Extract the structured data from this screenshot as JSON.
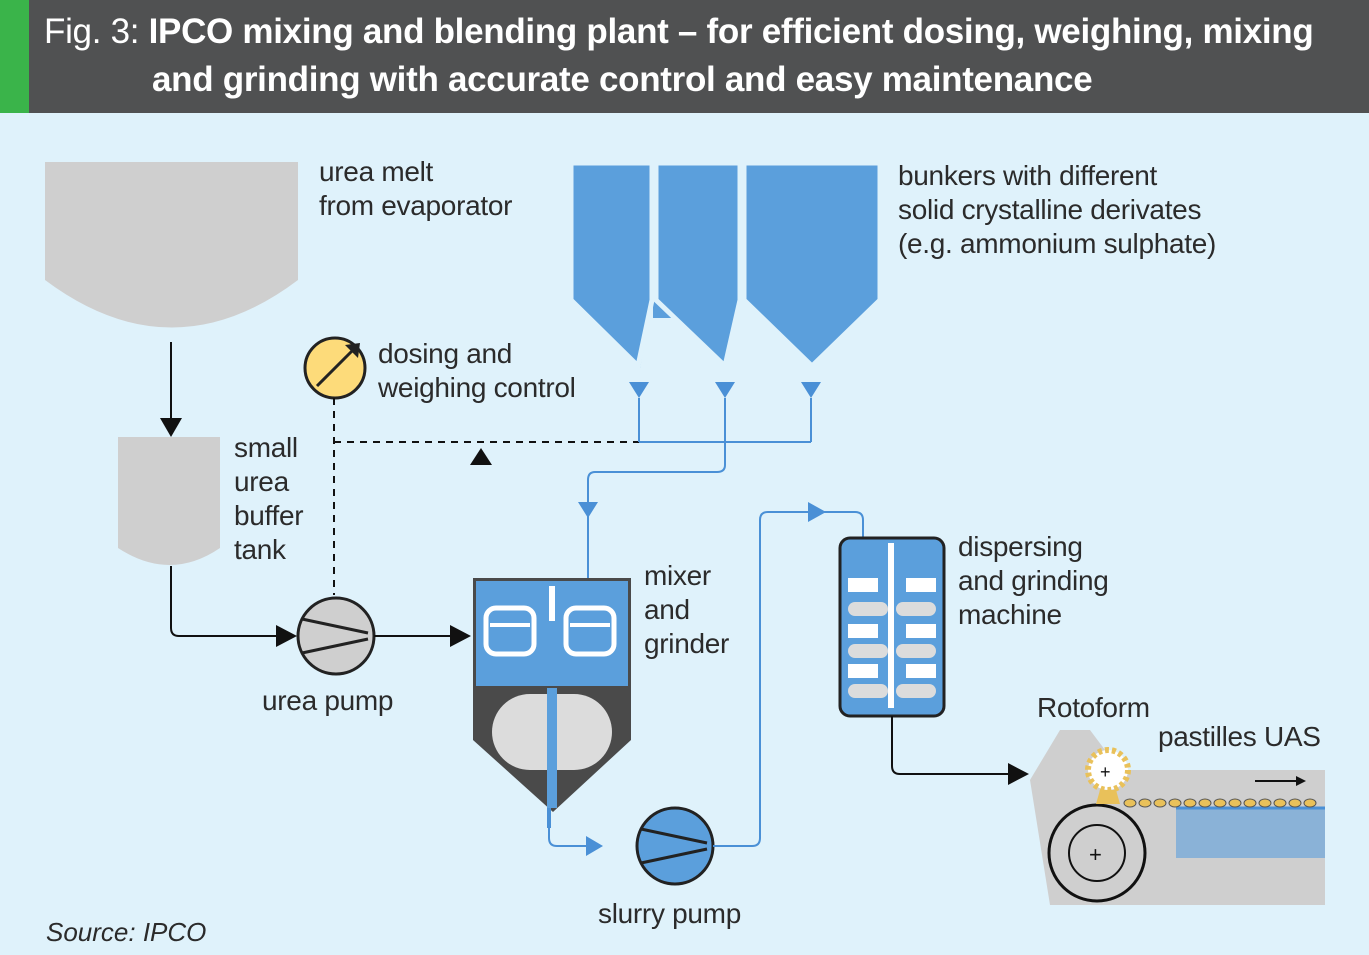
{
  "figure": {
    "number": "Fig. 3:",
    "title_line1": "IPCO mixing and blending plant – for efficient dosing, weighing, mixing",
    "title_line2": "and grinding with accurate control and easy maintenance"
  },
  "labels": {
    "urea_melt": [
      "urea melt",
      "from evaporator"
    ],
    "bunkers": [
      "bunkers with different",
      "solid crystalline derivates",
      "(e.g. ammonium sulphate)"
    ],
    "dosing": [
      "dosing and",
      "weighing control"
    ],
    "buffer_tank": [
      "small",
      "urea",
      "buffer",
      "tank"
    ],
    "mixer": [
      "mixer",
      "and",
      "grinder"
    ],
    "dispersing": [
      "dispersing",
      "and grinding",
      "machine"
    ],
    "urea_pump": "urea pump",
    "slurry_pump": "slurry pump",
    "rotoform": "Rotoform",
    "pastilles": "pastilles UAS"
  },
  "source": "Source: IPCO",
  "colors": {
    "header_bg": "#505152",
    "accent_green": "#3ab44a",
    "background": "#dff2fb",
    "process_blue": "#5b9fdc",
    "line_blue": "#4a90d6",
    "vessel_grey": "#cfcfcf",
    "dark_grey": "#4a4a4a",
    "gauge_yellow": "#fddb7a"
  }
}
